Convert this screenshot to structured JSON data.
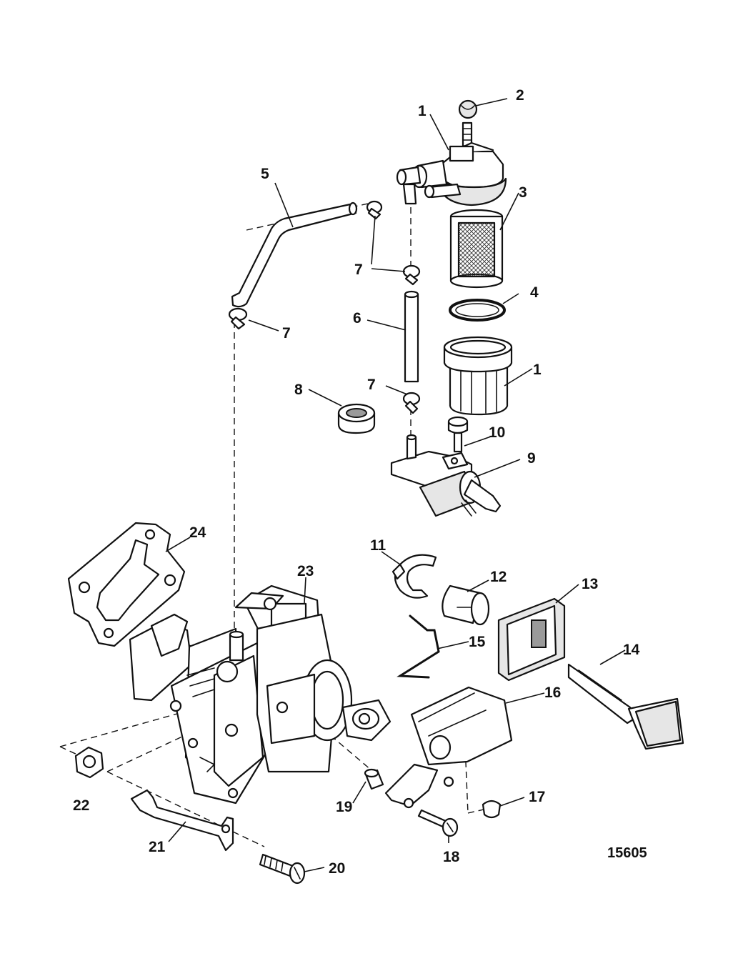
{
  "callouts": {
    "c1a": "1",
    "c2": "2",
    "c3": "3",
    "c4": "4",
    "c5": "5",
    "c6": "6",
    "c7a": "7",
    "c7b": "7",
    "c7c": "7",
    "c8": "8",
    "c1b": "1",
    "c10": "10",
    "c9": "9",
    "c11": "11",
    "c12": "12",
    "c13": "13",
    "c24": "24",
    "c23": "23",
    "c15": "15",
    "c14": "14",
    "c16": "16",
    "c22": "22",
    "c17": "17",
    "c19": "19",
    "c21": "21",
    "c20": "20",
    "c18": "18"
  },
  "figure_ref": "15605",
  "icons": [
    "fuel-filter-assembly",
    "hose",
    "hose-clamp",
    "filter-element",
    "o-ring",
    "filter-bowl",
    "fuel-connector",
    "carburetor",
    "gasket",
    "choke-knob",
    "cover",
    "nut",
    "screw"
  ]
}
